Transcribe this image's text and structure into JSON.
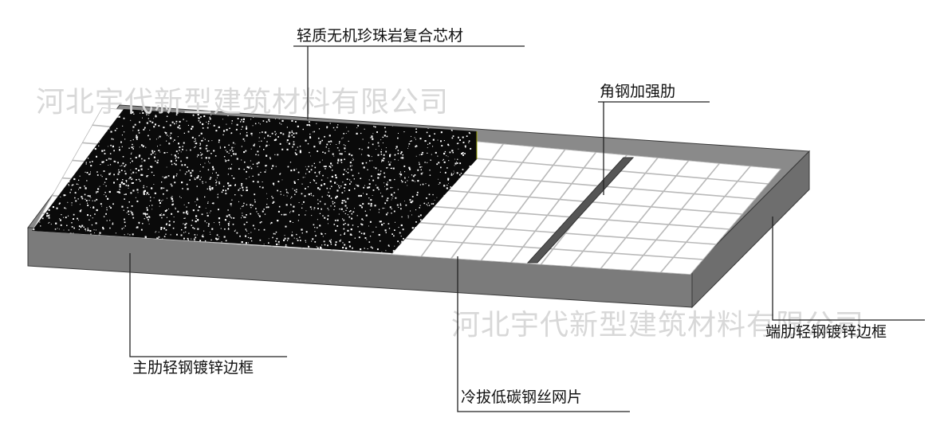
{
  "watermark": "河北宇代新型建筑材料有限公司",
  "labels": {
    "core": "轻质无机珍珠岩复合芯材",
    "angle_rib": "角钢加强肋",
    "main_rib": "主肋轻钢镀锌边框",
    "end_rib": "端肋轻钢镀锌边框",
    "wire_mesh": "冷拔低碳钢丝网片"
  },
  "colors": {
    "frame_top": "#8a8a8a",
    "frame_front": "#7b7b7b",
    "frame_side": "#6e6e6e",
    "core": "#0a0a0a",
    "mesh": "#b9b9b9",
    "rib": "#555555"
  }
}
